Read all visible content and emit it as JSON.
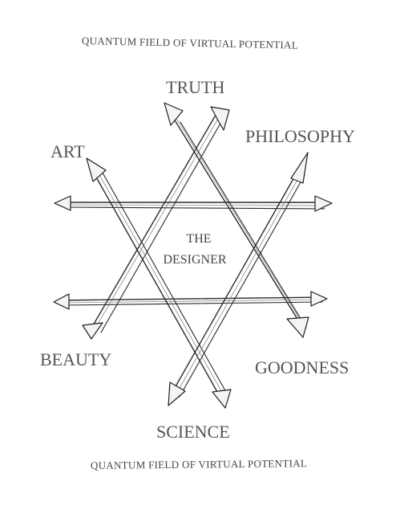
{
  "field_top": "QUANTUM FIELD OF VIRTUAL POTENTIAL",
  "field_bottom": "QUANTUM FIELD OF VIRTUAL POTENTIAL",
  "nodes": {
    "truth": "TRUTH",
    "philosophy": "PHILOSOPHY",
    "art": "ART",
    "beauty": "BEAUTY",
    "goodness": "GOODNESS",
    "science": "SCIENCE"
  },
  "center": {
    "line1": "THE",
    "line2": "DESIGNER"
  }
}
